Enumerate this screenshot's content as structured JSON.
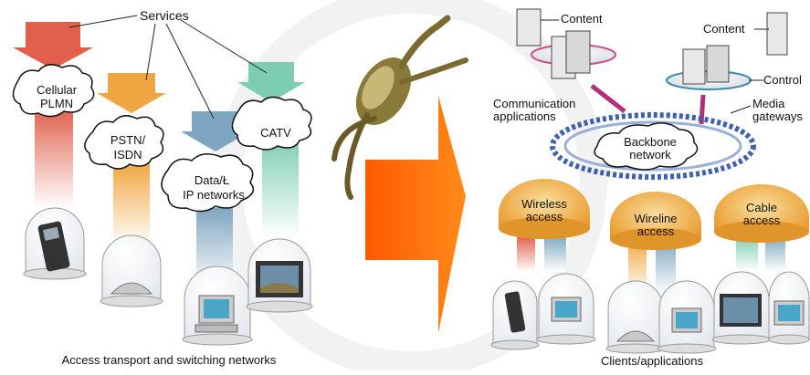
{
  "left_panel": {
    "services_label": "Services",
    "networks": {
      "cellular": [
        "Cellular",
        "PLMN"
      ],
      "pstn": [
        "PSTN/",
        "ISDN"
      ],
      "data": [
        "Data/Ł",
        "IP networks"
      ],
      "catv": "CATV"
    },
    "caption": "Access transport and switching networks"
  },
  "right_panel": {
    "content_label_left": "Content",
    "content_label_right": "Content",
    "control_label": "Control",
    "communication_label": [
      "Communication",
      "applications"
    ],
    "media_gateways_label": [
      "Media",
      "gateways"
    ],
    "backbone_label": [
      "Backbone",
      "network"
    ],
    "access": {
      "wireless": [
        "Wireless",
        "access"
      ],
      "wireline": [
        "Wireline",
        "access"
      ],
      "cable": [
        "Cable",
        "access"
      ]
    },
    "caption": "Clients/applications"
  },
  "colors": {
    "cellular": "#e0604c",
    "pstn": "#f0a640",
    "data": "#7fa6c0",
    "catv": "#7ccdb3",
    "arrow": "#ff6600",
    "access_disc": "#f0b24a",
    "backbone_link": "#4060b0",
    "pink_arrow": "#b0307a"
  }
}
